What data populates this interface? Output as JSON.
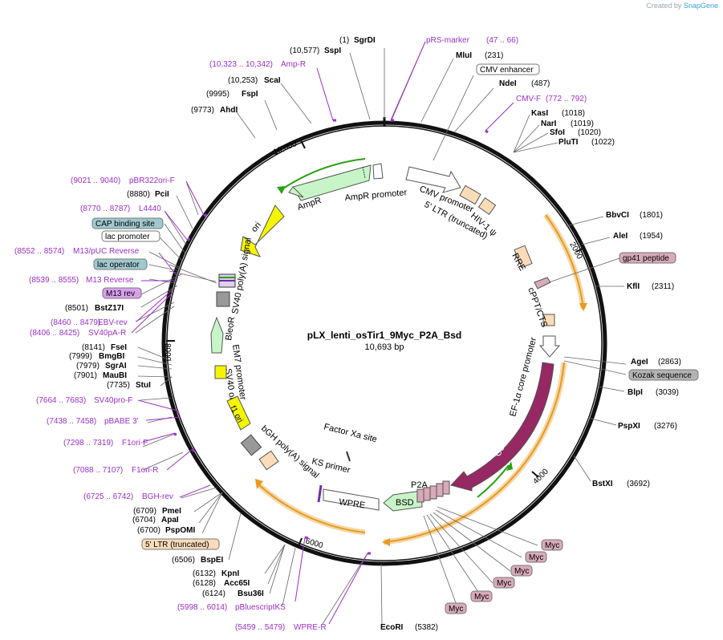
{
  "app": {
    "credit_prefix": "Created by",
    "credit_brand": "SnapGene"
  },
  "plasmid": {
    "name": "pLX_lenti_osTir1_9Myc_P2A_Bsd",
    "size": "10,693 bp",
    "length_bp": 10693
  },
  "ticks": [
    {
      "label": "2000"
    },
    {
      "label": "4000"
    },
    {
      "label": "6000"
    },
    {
      "label": "8000"
    },
    {
      "label": "10,000"
    }
  ],
  "sites": [
    {
      "name": "SgrDI",
      "pos": "(1)"
    },
    {
      "name": "SspI",
      "pos": "(10,577)"
    },
    {
      "name": "ScaI",
      "pos": "(10,253)"
    },
    {
      "name": "FspI",
      "pos": "(9995)"
    },
    {
      "name": "AhdI",
      "pos": "(9773)"
    },
    {
      "name": "MluI",
      "pos": "(231)"
    },
    {
      "name": "NdeI",
      "pos": "(487)"
    },
    {
      "name": "KasI",
      "pos": "(1018)"
    },
    {
      "name": "NarI",
      "pos": "(1019)"
    },
    {
      "name": "SfoI",
      "pos": "(1020)"
    },
    {
      "name": "PluTI",
      "pos": "(1022)"
    },
    {
      "name": "BbvCI",
      "pos": "(1801)"
    },
    {
      "name": "AleI",
      "pos": "(1954)"
    },
    {
      "name": "KflI",
      "pos": "(2311)"
    },
    {
      "name": "AgeI",
      "pos": "(2863)"
    },
    {
      "name": "BlpI",
      "pos": "(3039)"
    },
    {
      "name": "PspXI",
      "pos": "(3276)"
    },
    {
      "name": "BstXI",
      "pos": "(3692)"
    },
    {
      "name": "EcoRI",
      "pos": "(5382)"
    },
    {
      "name": "Bsu36I",
      "pos": "(6124)"
    },
    {
      "name": "Acc65I",
      "pos": "(6128)"
    },
    {
      "name": "KpnI",
      "pos": "(6132)"
    },
    {
      "name": "BspEI",
      "pos": "(6506)"
    },
    {
      "name": "PspOMI",
      "pos": "(6700)"
    },
    {
      "name": "ApaI",
      "pos": "(6704)"
    },
    {
      "name": "PmeI",
      "pos": "(6709)"
    },
    {
      "name": "StuI",
      "pos": "(7735)"
    },
    {
      "name": "MauBI",
      "pos": "(7901)"
    },
    {
      "name": "SgrAI",
      "pos": "(7979)"
    },
    {
      "name": "BmgBI",
      "pos": "(7999)"
    },
    {
      "name": "FseI",
      "pos": "(8141)"
    },
    {
      "name": "BstZ17I",
      "pos": "(8501)"
    },
    {
      "name": "PciI",
      "pos": "(8880)"
    }
  ],
  "primers": [
    {
      "name": "pRS-marker",
      "range": "(47 .. 66)"
    },
    {
      "name": "Amp-R",
      "range": "(10,323 .. 10,342)"
    },
    {
      "name": "CMV-F",
      "range": "(772 .. 792)"
    },
    {
      "name": "pBR322ori-F",
      "range": "(9021 .. 9040)"
    },
    {
      "name": "L4440",
      "range": "(8770 .. 8787)"
    },
    {
      "name": "M13/pUC Reverse",
      "range": "(8552 .. 8574)"
    },
    {
      "name": "M13 Reverse",
      "range": "(8539 .. 8555)"
    },
    {
      "name": "EBV-rev",
      "range": "(8460 .. 8479)"
    },
    {
      "name": "SV40pA-R",
      "range": "(8406 .. 8425)"
    },
    {
      "name": "SV40pro-F",
      "range": "(7664 .. 7683)"
    },
    {
      "name": "pBABE 3'",
      "range": "(7438 .. 7458)"
    },
    {
      "name": "F1ori-F",
      "range": "(7298 .. 7319)"
    },
    {
      "name": "F1ori-R",
      "range": "(7088 .. 7107)"
    },
    {
      "name": "BGH-rev",
      "range": "(6725 .. 6742)"
    },
    {
      "name": "pBluescriptKS",
      "range": "(5998 .. 6014)"
    },
    {
      "name": "WPRE-R",
      "range": "(5459 .. 5479)"
    }
  ],
  "boxed_labels": {
    "cmv_enhancer": "CMV enhancer",
    "gp41": "gp41 peptide",
    "kozak": "Kozak sequence",
    "cap": "CAP binding site",
    "lac_promoter": "lac promoter",
    "lac_operator": "lac operator",
    "m13_rev": "M13 rev",
    "ltr_trunc": "5' LTR (truncated)",
    "myc": "Myc"
  },
  "features": {
    "cmv_promoter": "CMV promoter",
    "ltr5": "5' LTR (truncated)",
    "hiv_psi": "HIV-1 ψ",
    "rre": "RRE",
    "cppt": "cPPT/CTS",
    "ef1a": "EF-1α core promoter",
    "ostir1": "OsTIR1",
    "p2a": "P2A",
    "bsd": "BSD",
    "wpre": "WPRE",
    "ks_primer": "KS primer",
    "factor_xa": "Factor Xa site",
    "bgh_polya": "bGH poly(A) signal",
    "f1_ori": "f1 ori",
    "sv40_ori": "SV40 ori",
    "em7": "EM7 promoter",
    "bleor": "BleoR",
    "sv40_polya": "SV40 poly(A) signal",
    "ori": "ori",
    "ampr": "AmpR",
    "ampr_promoter": "AmpR promoter"
  },
  "colors": {
    "site_text": "#000000",
    "primer_text": "#9b30c8",
    "ampr": "#c8f5c8",
    "ori": "#f5f500",
    "ostir1": "#962864",
    "bsd": "#c8f5c8",
    "ltr_box": "#fbdcb9",
    "kozak_box": "#b4b4b4",
    "gp41_box": "#d9aab9",
    "myc_box": "#d9aab9",
    "cap_box": "#9fc9d0",
    "m13_box": "#d9a0f0",
    "orange_arc": "#e69b1e"
  }
}
